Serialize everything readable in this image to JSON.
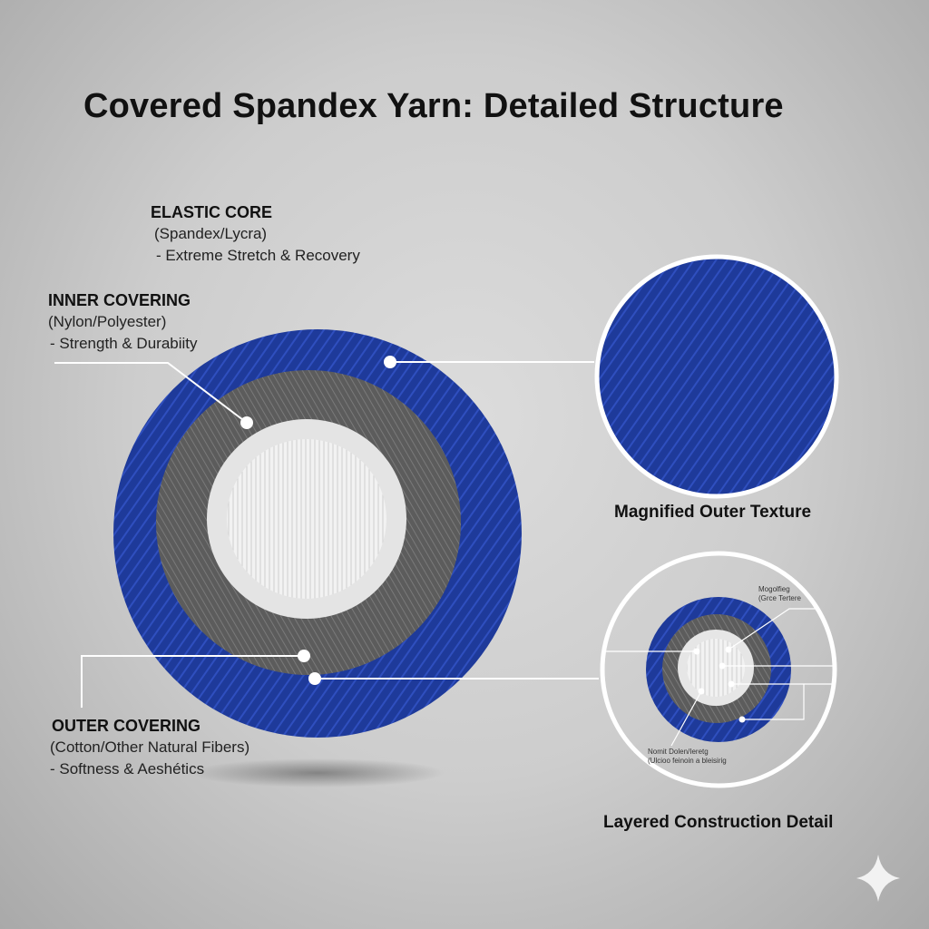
{
  "title": "Covered Spandex Yarn: Detailed Structure",
  "labels": {
    "elastic_core": {
      "title": "ELASTIC CORE",
      "material": "(Spandex/Lycra)",
      "property": "- Extreme Stretch & Recovery"
    },
    "inner_covering": {
      "title": "INNER COVERING",
      "material": "(Nylon/Polyester)",
      "property": "- Strength & Durabiity"
    },
    "outer_covering": {
      "title": "OUTER COVERING",
      "material": "(Cotton/Other Natural Fibers)",
      "property": "- Softness & Aeshétics"
    }
  },
  "captions": {
    "magnified": "Magnified Outer Texture",
    "layered": "Layered Construction Detail"
  },
  "inset_labels": {
    "top_line1": "Mogolfieg",
    "top_line2": "(Grce Tertere",
    "bottom_line1": "Nomit Dolen/Ieretg",
    "bottom_line2": "(Ulcioo feinoin a bleisirig"
  },
  "colors": {
    "outer": "#1e3a9a",
    "inner": "#5e5e5e",
    "core": "#e8e8e8"
  }
}
